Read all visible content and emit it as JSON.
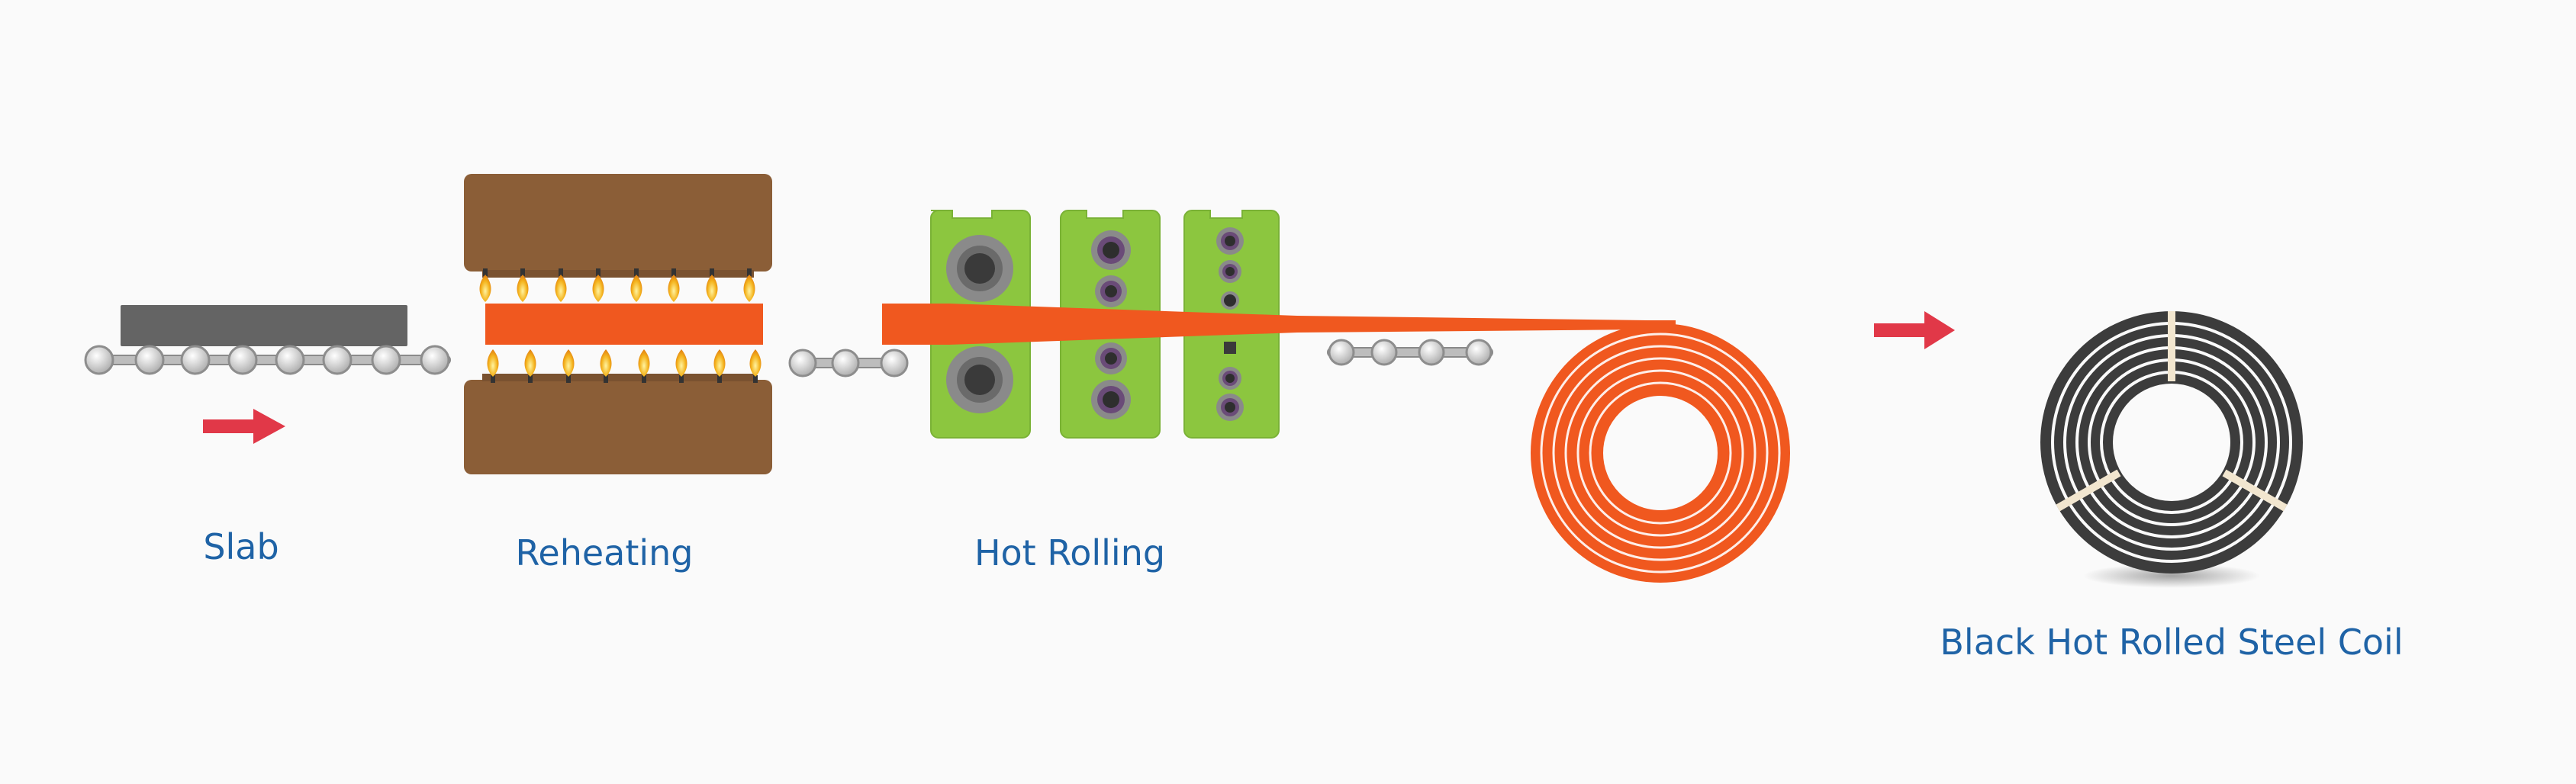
{
  "labels": {
    "slab": "Slab",
    "reheating": "Reheating",
    "hot_rolling": "Hot Rolling",
    "coil": "Black Hot Rolled Steel Coil"
  },
  "colors": {
    "background": "#fafafa",
    "label": "#1f63a6",
    "arrow": "#e13848",
    "slab": "#646464",
    "furnace": "#8b5e37",
    "hot_steel": "#f0581f",
    "flame": "#f1b51f",
    "mill_stand": "#8cc63f",
    "roller": "#cfcfcf",
    "black_coil": "#3c3c3c"
  },
  "icons": [
    "arrow-right-icon",
    "flame-icon",
    "roller-icon"
  ]
}
